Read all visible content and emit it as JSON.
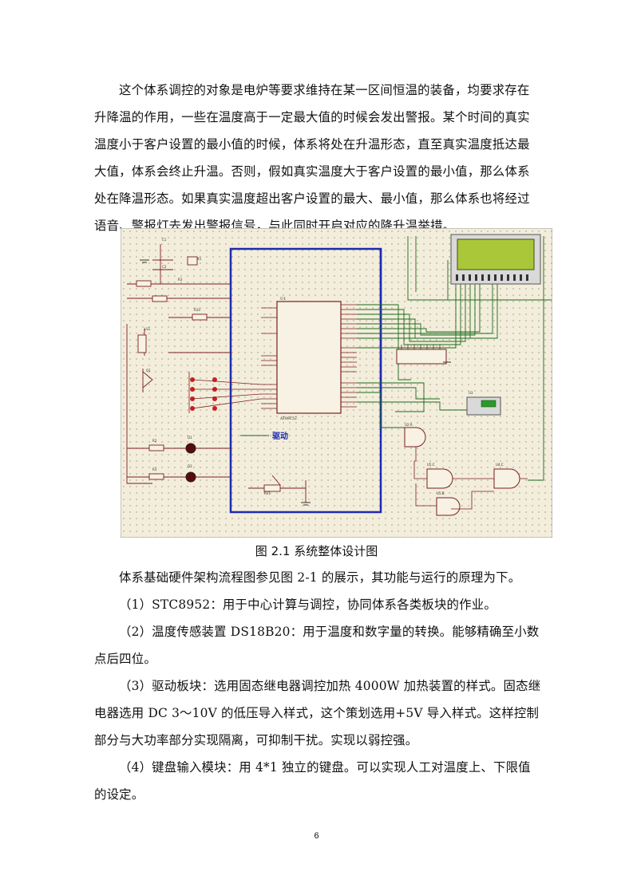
{
  "intro_paragraph": {
    "lines": [
      "这个体系调控的对象是电炉等要求维持在某一区间恒温的装备，均要求存在",
      "升降温的作用，一些在温度高于一定最大值的时候会发出警报。某个时间的真实",
      "温度小于客户设置的最小值的时候，体系将处在升温形态，直至真实温度抵达最",
      "大值，体系会终止升温。否则，假如真实温度大于客户设置的最小值，那么体系",
      "处在降温形态。如果真实温度超出客户设置的最大、最小值，那么体系也将经过",
      "语音、警报灯去发出警报信号，与此同时开启对应的降升温举措。"
    ]
  },
  "figure": {
    "caption": "图 2.1 系统整体设计图",
    "chip_label": "U1",
    "chip_part": "AT89C52",
    "drive_label": "驱动"
  },
  "body_paragraphs": [
    {
      "lines": [
        "体系基础硬件架构流程图参见图 2-1 的展示，其功能与运行的原理为下。"
      ]
    },
    {
      "lines": [
        "（1）STC8952：用于中心计算与调控，协同体系各类板块的作业。"
      ]
    },
    {
      "lines": [
        "（2）温度传感装置 DS18B20：用于温度和数字量的转换。能够精确至小数",
        "点后四位。"
      ]
    },
    {
      "lines": [
        "（3）驱动板块：选用固态继电器调控加热 4000W 加热装置的样式。固态继",
        "电器选用 DC 3～10V 的低压导入样式，这个策划选用+5V 导入样式。这样控制",
        "部分与大功率部分实现隔离，可抑制干扰。实现以弱控强。"
      ]
    },
    {
      "lines": [
        "（4）键盘输入模块：用 4*1 独立的键盘。可以实现人工对温度上、下限值",
        "的设定。"
      ]
    }
  ],
  "page_number": "6"
}
